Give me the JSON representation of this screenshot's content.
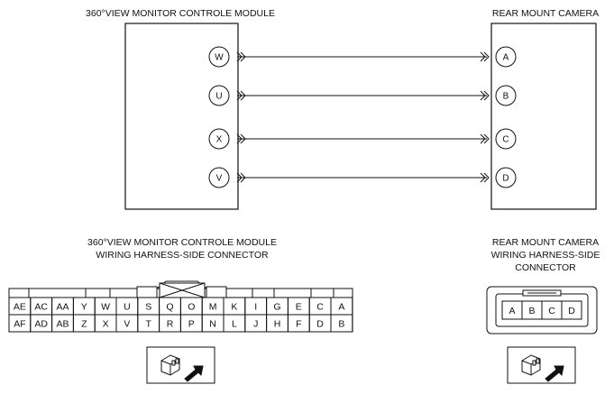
{
  "module": {
    "title": "360°VIEW MONITOR CONTROLE MODULE",
    "pins": [
      "W",
      "U",
      "X",
      "V"
    ]
  },
  "camera": {
    "title": "REAR MOUNT CAMERA",
    "pins": [
      "A",
      "B",
      "C",
      "D"
    ]
  },
  "module_connector": {
    "title_line1": "360°VIEW MONITOR CONTROLE MODULE",
    "title_line2": "WIRING HARNESS-SIDE CONNECTOR",
    "row1": [
      "AE",
      "AC",
      "AA",
      "Y",
      "W",
      "U",
      "S",
      "Q",
      "O",
      "M",
      "K",
      "I",
      "G",
      "E",
      "C",
      "A"
    ],
    "row2": [
      "AF",
      "AD",
      "AB",
      "Z",
      "X",
      "V",
      "T",
      "R",
      "P",
      "N",
      "L",
      "J",
      "H",
      "F",
      "D",
      "B"
    ]
  },
  "camera_connector": {
    "title_line1": "REAR MOUNT CAMERA",
    "title_line2": "WIRING HARNESS-SIDE",
    "title_line3": "CONNECTOR",
    "cells": [
      "A",
      "B",
      "C",
      "D"
    ]
  },
  "icons": {
    "view_direction": "connector-view-arrow-icon"
  }
}
